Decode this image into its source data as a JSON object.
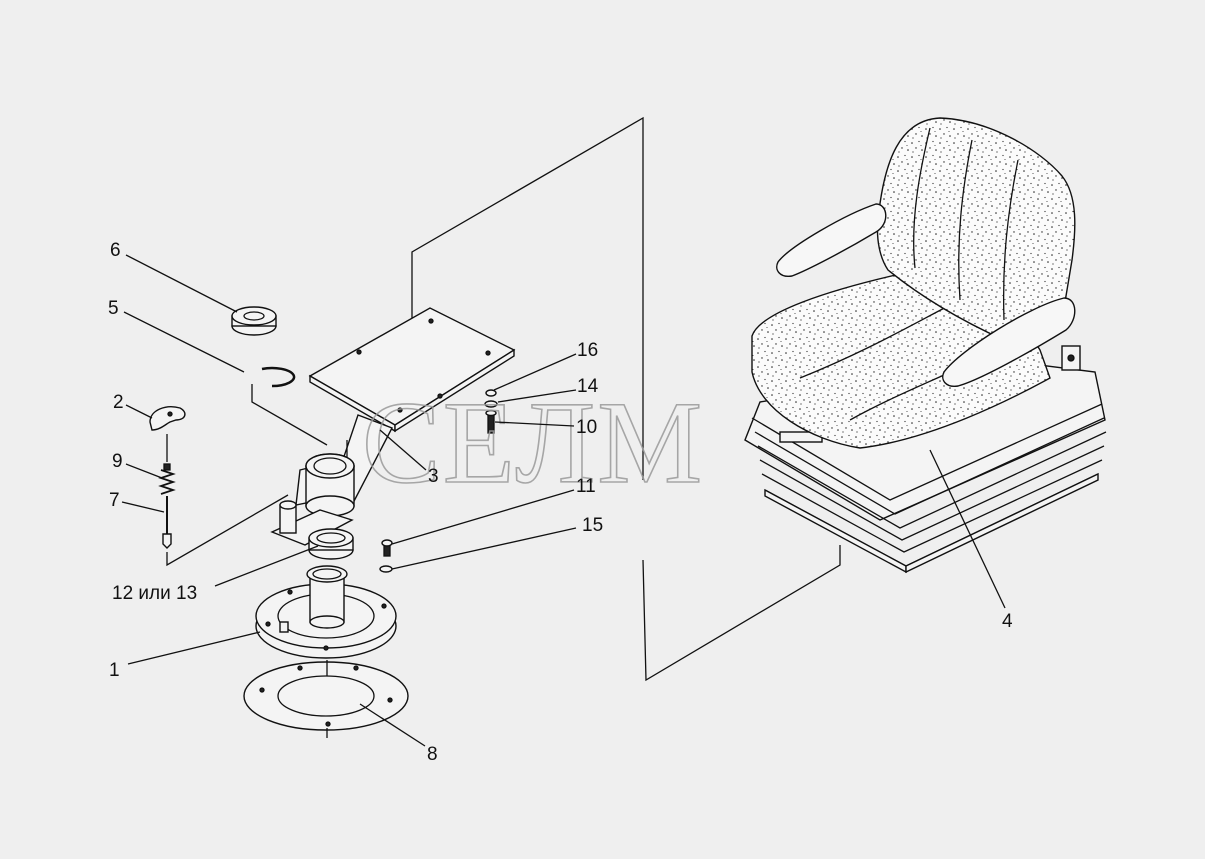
{
  "watermark": "СЕЛМ",
  "callouts": {
    "c1": "1",
    "c2": "2",
    "c3": "3",
    "c4": "4",
    "c5": "5",
    "c6": "6",
    "c7": "7",
    "c8": "8",
    "c9": "9",
    "c10": "10",
    "c11": "11",
    "c12_13": "12 или 13",
    "c14": "14",
    "c15": "15",
    "c16": "16"
  }
}
